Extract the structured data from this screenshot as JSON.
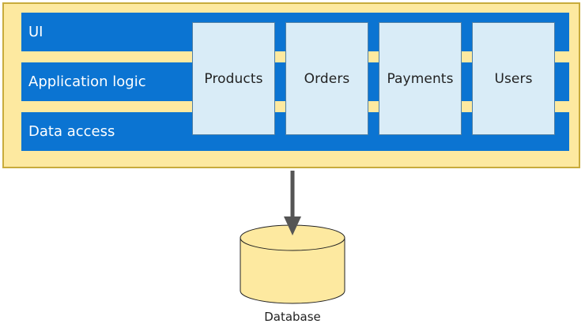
{
  "layers": [
    {
      "label": "UI"
    },
    {
      "label": "Application logic"
    },
    {
      "label": "Data access"
    }
  ],
  "modules": [
    {
      "label": "Products"
    },
    {
      "label": "Orders"
    },
    {
      "label": "Payments"
    },
    {
      "label": "Users"
    }
  ],
  "database": {
    "label": "Database"
  },
  "colors": {
    "container_fill": "#fde9a0",
    "container_border": "#c8ab3c",
    "layer_fill": "#0b74d2",
    "module_fill": "#d9ecf7",
    "database_fill": "#fde9a0",
    "arrow": "#555555"
  }
}
